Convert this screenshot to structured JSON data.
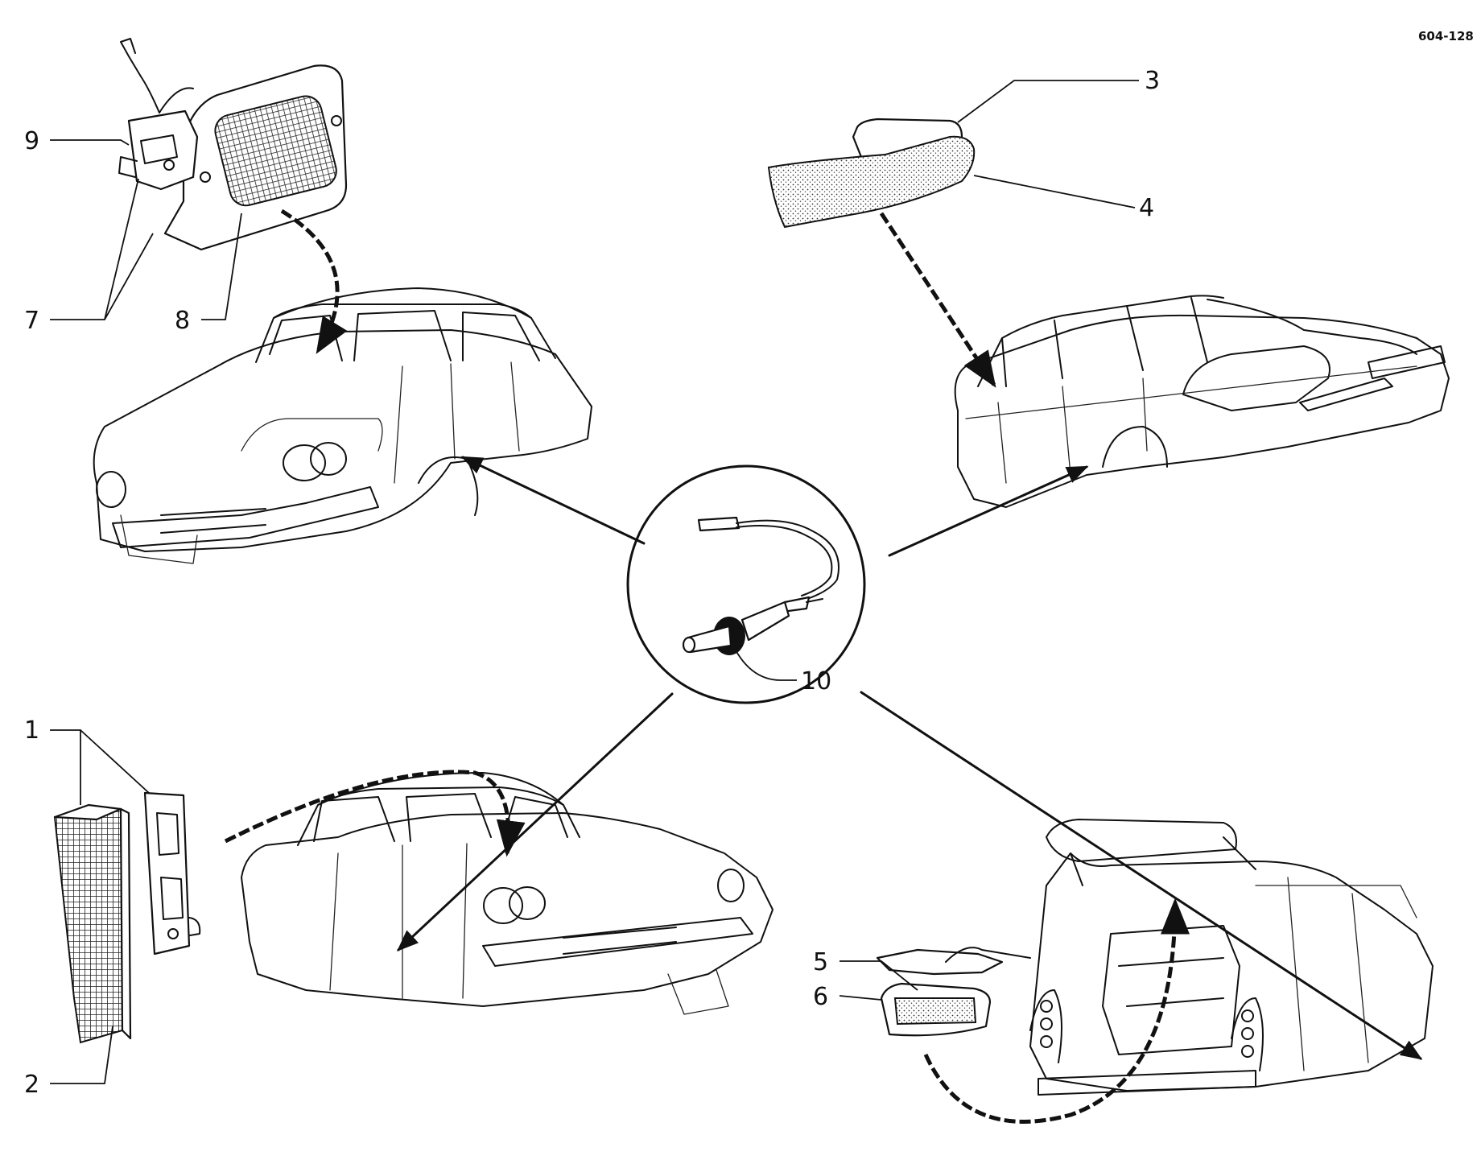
{
  "drawing_code": "604-128",
  "callouts": {
    "c1": "1",
    "c2": "2",
    "c3": "3",
    "c4": "4",
    "c5": "5",
    "c6": "6",
    "c7": "7",
    "c8": "8",
    "c9": "9",
    "c10": "10"
  }
}
